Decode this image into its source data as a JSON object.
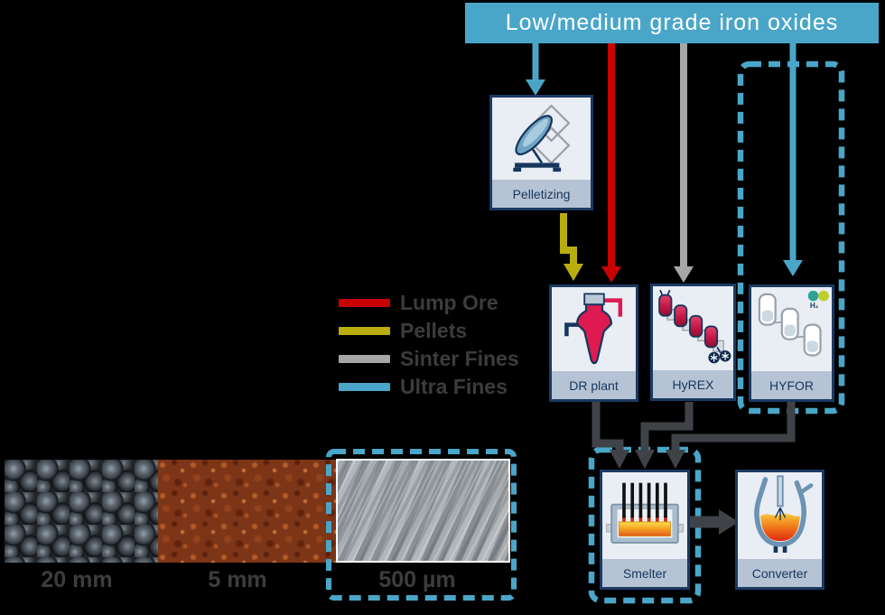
{
  "header": {
    "title": "Low/medium grade iron oxides"
  },
  "legend": {
    "items": [
      {
        "label": "Lump Ore",
        "color": "#c80202"
      },
      {
        "label": "Pellets",
        "color": "#b9ad0e"
      },
      {
        "label": "Sinter Fines",
        "color": "#a6a6a6"
      },
      {
        "label": "Ultra Fines",
        "color": "#4aa6c8"
      }
    ]
  },
  "plants": {
    "pelletizing": {
      "label": "Pelletizing"
    },
    "dr_plant": {
      "label": "DR plant"
    },
    "hyrex": {
      "label": "HyREX"
    },
    "hyfor": {
      "label": "HYFOR",
      "h2": "H₂"
    },
    "smelter": {
      "label": "Smelter"
    },
    "converter": {
      "label": "Converter"
    }
  },
  "size_labels": {
    "pellets": "20 mm",
    "fines": "5 mm",
    "ultra_fines": "500 µm"
  },
  "colors": {
    "route_blue": "#4aa6c8",
    "route_red": "#c80202",
    "route_yellow": "#b9ad0e",
    "route_gray": "#a6a6a6",
    "connector_dark": "#3f4348",
    "box_border": "#1b3a63",
    "box_bg": "#e9edf4",
    "box_band": "#b5c3d4"
  }
}
